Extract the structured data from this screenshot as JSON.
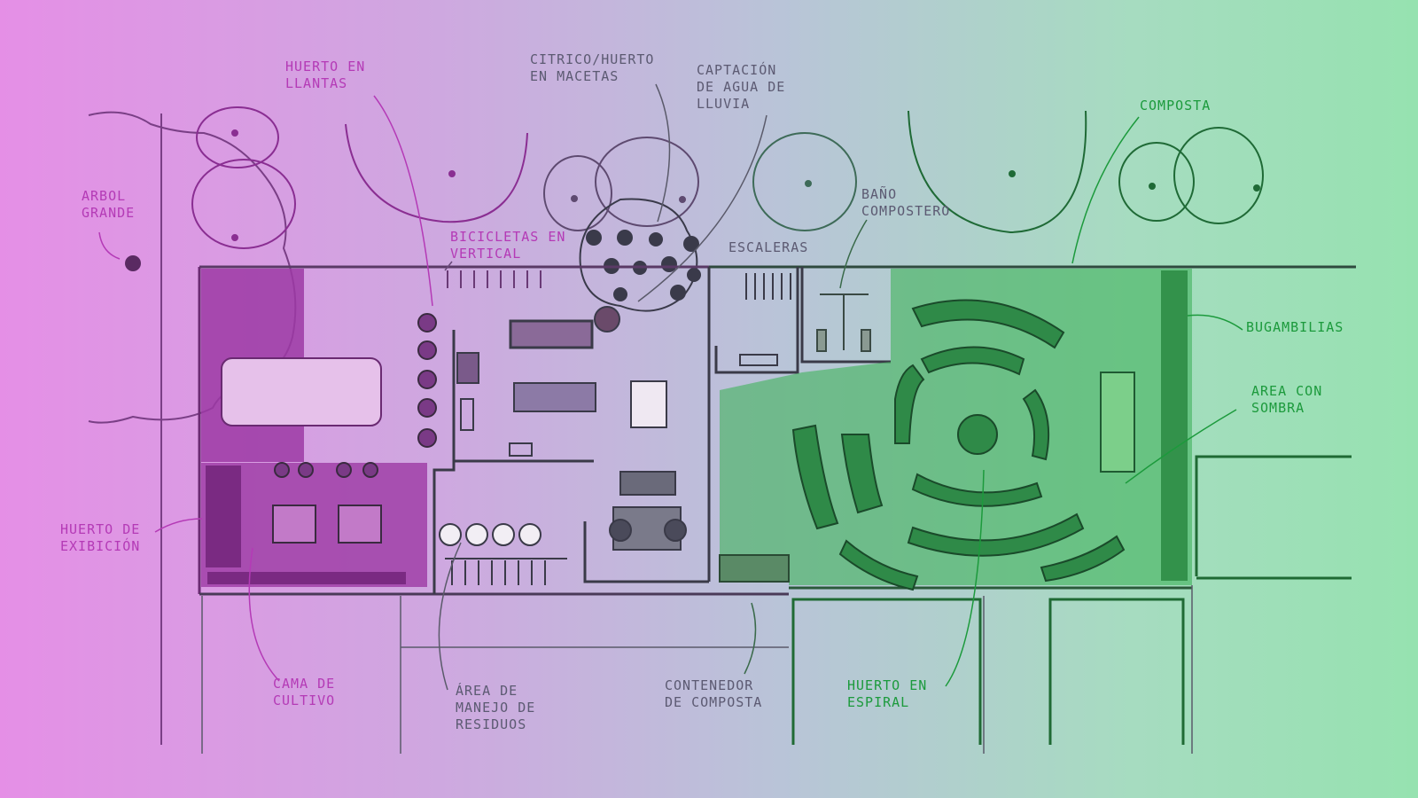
{
  "labels": {
    "arbol_grande": [
      "Arbol",
      "Grande"
    ],
    "huerto_llantas": [
      "Huerto en",
      "llantas"
    ],
    "citrico": [
      "Citrico/Huerto",
      "en macetas"
    ],
    "captacion": [
      "Captación",
      "de Agua de",
      "lluvia"
    ],
    "composta": "Composta",
    "bicicletas": [
      "Bicicletas en",
      "vertical"
    ],
    "escaleras": "Escaleras",
    "bano": [
      "Baño",
      "Compostero"
    ],
    "bugambilias": "Bugambilias",
    "area_sombra": [
      "Area con",
      "sombra"
    ],
    "huerto_exhibicion": [
      "Huerto de",
      "Exibición"
    ],
    "cama_cultivo": [
      "Cama de",
      "cultivo"
    ],
    "area_residuos": [
      "Área de",
      "manejo de",
      "residuos"
    ],
    "contenedor": [
      "Contenedor",
      "de composta"
    ],
    "huerto_espiral": [
      "Huerto en",
      "espiral"
    ]
  },
  "colors": {
    "pink_ink": "#b43ab6",
    "dark_ink": "#4a4a5a",
    "green_ink": "#1c9a3c",
    "purple_fill": "#9c3aa4",
    "green_fill": "#3fb35a"
  }
}
